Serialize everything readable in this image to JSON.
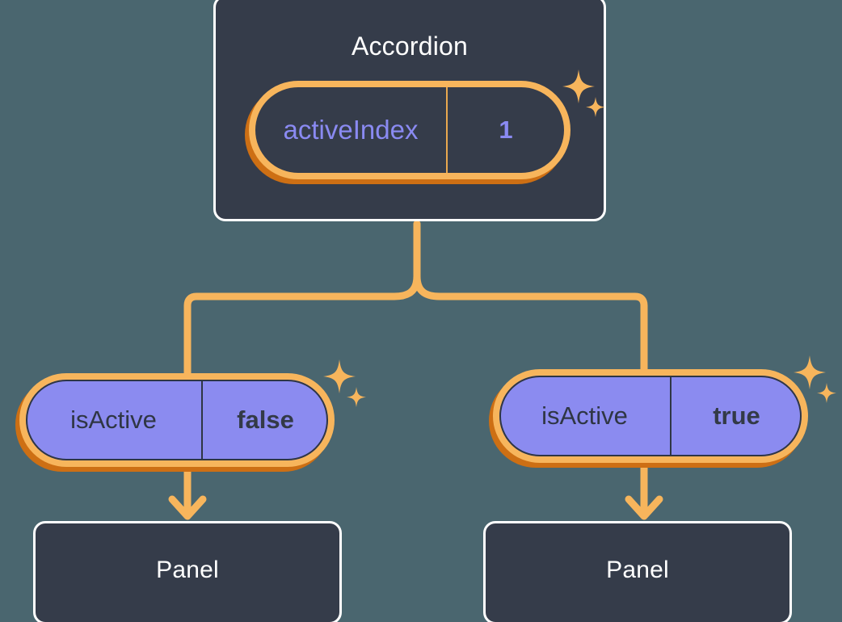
{
  "diagram": {
    "type": "component-tree",
    "background_color": "#4a666f",
    "accent_color": "#f7b55c",
    "accent_shadow_color": "#cd6f14",
    "card_color": "#353c4a",
    "prop_fill_color": "#8b8bf0",
    "prop_text_color": "#8a8af2"
  },
  "root": {
    "title": "Accordion",
    "prop": {
      "key": "activeIndex",
      "value": "1"
    },
    "sparkle_name": "sparkle-cluster"
  },
  "branches": [
    {
      "prop": {
        "key": "isActive",
        "value": "false"
      },
      "panel": {
        "title": "Panel"
      }
    },
    {
      "prop": {
        "key": "isActive",
        "value": "true"
      },
      "panel": {
        "title": "Panel"
      }
    }
  ]
}
